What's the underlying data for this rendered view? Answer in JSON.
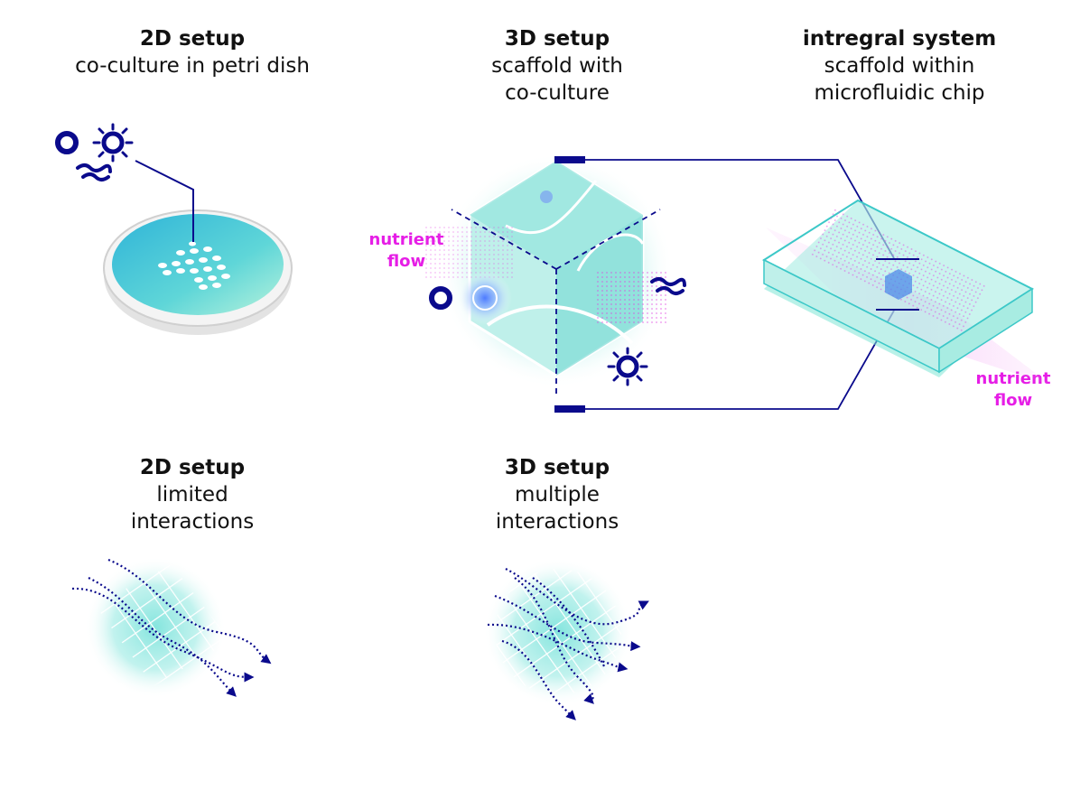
{
  "panels": {
    "dish": {
      "title": "2D setup",
      "lines": [
        "co-culture in petri dish"
      ]
    },
    "scaffold": {
      "title": "3D setup",
      "lines": [
        "scaffold with",
        "co-culture"
      ]
    },
    "integral": {
      "title": "intregral system",
      "lines": [
        "scaffold within",
        "microfluidic chip"
      ]
    },
    "limited": {
      "title": "2D setup",
      "lines": [
        "limited",
        "interactions"
      ]
    },
    "multiple": {
      "title": "3D setup",
      "lines": [
        "multiple",
        "interactions"
      ]
    }
  },
  "labels": {
    "nutrient_flow_left": [
      "nutrient",
      "flow"
    ],
    "nutrient_flow_right": [
      "nutrient",
      "flow"
    ]
  },
  "colors": {
    "navy": "#0a0a8c",
    "teal": "#3cc8c8",
    "magenta": "#e61ee6"
  },
  "icons": [
    "ring-cell-icon",
    "spiky-cell-icon",
    "wavy-cell-icon"
  ]
}
